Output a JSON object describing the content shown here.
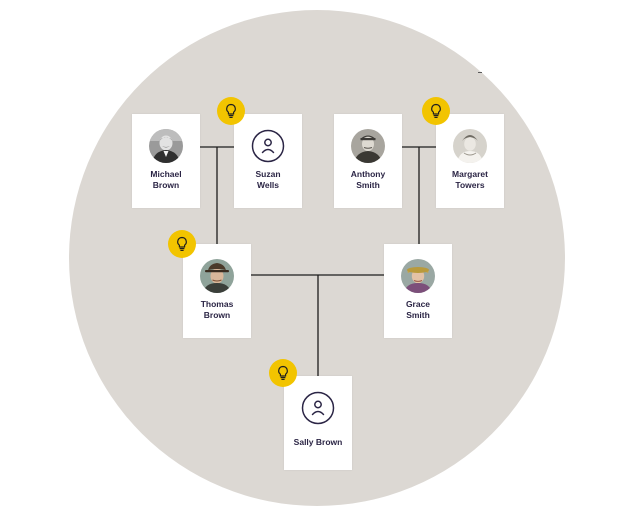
{
  "people": {
    "michael_brown": {
      "first": "Michael",
      "last": "Brown",
      "avatar": "photo"
    },
    "suzan_wells": {
      "first": "Suzan",
      "last": "Wells",
      "avatar": "placeholder-person-icon"
    },
    "anthony_smith": {
      "first": "Anthony",
      "last": "Smith",
      "avatar": "photo"
    },
    "margaret_towers": {
      "first": "Margaret",
      "last": "Towers",
      "avatar": "photo"
    },
    "thomas_brown": {
      "first": "Thomas",
      "last": "Brown",
      "avatar": "photo"
    },
    "grace_smith": {
      "first": "Grace",
      "last": "Smith",
      "avatar": "photo"
    },
    "sally_brown": {
      "first": "Sally Brown",
      "last": "",
      "avatar": "placeholder-person-icon"
    }
  },
  "hints": {
    "icon": "lightbulb-icon",
    "color": "#f2c400"
  },
  "colors": {
    "background_circle": "#dcd8d3",
    "card": "#ffffff",
    "connector": "#1d1d1d",
    "name_text": "#2b2545"
  }
}
